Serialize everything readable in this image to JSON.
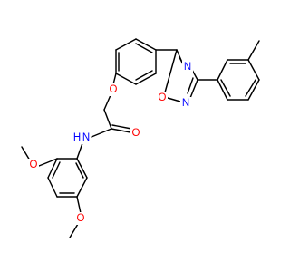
{
  "atoms": {
    "O_ether": {
      "text": "O",
      "color": "#ff0000"
    },
    "O_carbonyl": {
      "text": "O",
      "color": "#ff0000"
    },
    "N_amide": {
      "text": "N",
      "color": "#0000ff"
    },
    "H_amide": {
      "text": "H",
      "color": "#0000ff"
    },
    "O_oxadiazole": {
      "text": "O",
      "color": "#ff0000"
    },
    "N_oxadiazole_top": {
      "text": "N",
      "color": "#0000ff"
    },
    "N_oxadiazole_bottom": {
      "text": "N",
      "color": "#0000ff"
    },
    "O_methoxy_ortho": {
      "text": "O",
      "color": "#ff0000"
    },
    "O_methoxy_para": {
      "text": "O",
      "color": "#ff0000"
    }
  },
  "colors": {
    "bond": "#000000",
    "oxygen": "#ff0000",
    "nitrogen": "#0000ff",
    "background": "#ffffff"
  }
}
